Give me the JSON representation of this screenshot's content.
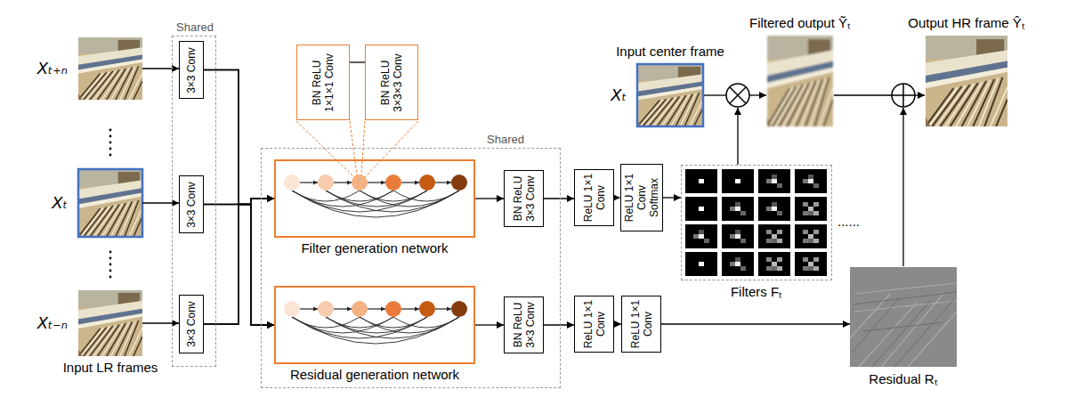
{
  "diagram": {
    "nodes": [
      {
        "text": [
          "Xₜ₊ₙ"
        ]
      },
      {
        "text": [
          "Xₜ"
        ]
      },
      {
        "text": [
          "Xₜ₋ₙ"
        ]
      },
      {
        "text": [
          "Shared"
        ]
      },
      {
        "text": [
          "3×3 Conv"
        ],
        "in": 3
      },
      {
        "text": [
          "3×3 Conv"
        ],
        "in": 3
      },
      {
        "text": [
          "3×3 Conv"
        ],
        "in": 3
      },
      {
        "text": [
          "BN ReLU 1×1×1 Conv"
        ]
      },
      {
        "text": [
          "BN ReLU 3×3×3 Conv"
        ]
      },
      {
        "text": [
          "Shared"
        ]
      },
      {
        "text": [
          "Filter generation network"
        ],
        "in": 9
      },
      {
        "text": [
          "BN ReLU 3×3 Conv"
        ],
        "in": 9
      },
      {
        "text": [
          "Residual generation network"
        ],
        "in": 9
      },
      {
        "text": [
          "BN ReLU 3×3 Conv"
        ],
        "in": 9
      },
      {
        "text": [
          "ReLU 1×1 Conv"
        ]
      },
      {
        "text": [
          "ReLU 1×1 Conv Softmax"
        ]
      },
      {
        "text": [
          "ReLU 1×1 Conv"
        ]
      },
      {
        "text": [
          "ReLU 1×1 Conv"
        ]
      },
      {
        "text": [
          "Input center frame",
          "Xₜ"
        ]
      },
      {
        "text": [
          "Filters Fₜ"
        ]
      },
      {
        "text": [
          "Filtered output Ỹₜ"
        ]
      },
      {
        "text": [
          "Output HR frame Ŷₜ"
        ]
      },
      {
        "text": [
          "Residual Rₜ"
        ]
      }
    ],
    "edges": [
      {
        "from": 0,
        "to": 4,
        "arrow": "to"
      },
      {
        "from": 1,
        "to": 5,
        "arrow": "to"
      },
      {
        "from": 2,
        "to": 6,
        "arrow": "to"
      },
      {
        "from": 4,
        "to": 10,
        "arrow": "to"
      },
      {
        "from": 5,
        "to": 10,
        "arrow": "to"
      },
      {
        "from": 6,
        "to": 10,
        "arrow": "to"
      },
      {
        "from": 4,
        "to": 12,
        "arrow": "to"
      },
      {
        "from": 5,
        "to": 12,
        "arrow": "to"
      },
      {
        "from": 6,
        "to": 12,
        "arrow": "to"
      },
      {
        "from": 7,
        "to": 8,
        "arrow": "none"
      },
      {
        "from": 10,
        "to": 11,
        "arrow": "to"
      },
      {
        "from": 11,
        "to": 14,
        "arrow": "to"
      },
      {
        "from": 14,
        "to": 15,
        "arrow": "to"
      },
      {
        "from": 15,
        "to": 19,
        "arrow": "to"
      },
      {
        "from": 12,
        "to": 13,
        "arrow": "to"
      },
      {
        "from": 13,
        "to": 16,
        "arrow": "to"
      },
      {
        "from": 16,
        "to": 17,
        "arrow": "to"
      },
      {
        "from": 17,
        "to": 22,
        "arrow": "to"
      }
    ],
    "labels": [
      "Input LR frames",
      "......"
    ]
  }
}
